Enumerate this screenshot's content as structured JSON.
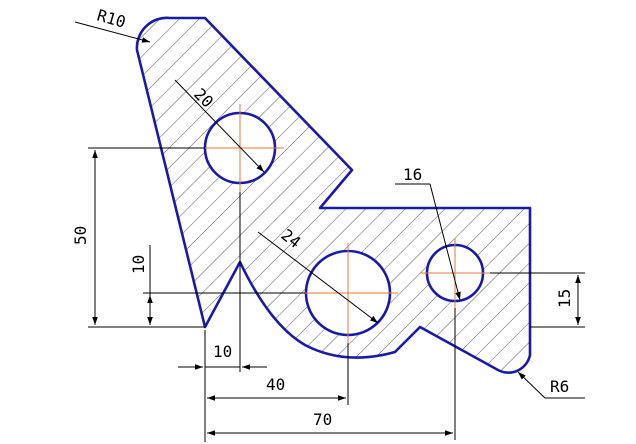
{
  "dimensions": {
    "r10": "R10",
    "d20": "20",
    "d24": "24",
    "d16": "16",
    "h50": "50",
    "h10": "10",
    "h15": "15",
    "w10": "10",
    "w40": "40",
    "w70": "70",
    "r6": "R6"
  },
  "colors": {
    "outline": "#1a1aa8",
    "hatch": "#5a5a5a",
    "centerline": "#e07a3a",
    "dimension": "#000000"
  }
}
